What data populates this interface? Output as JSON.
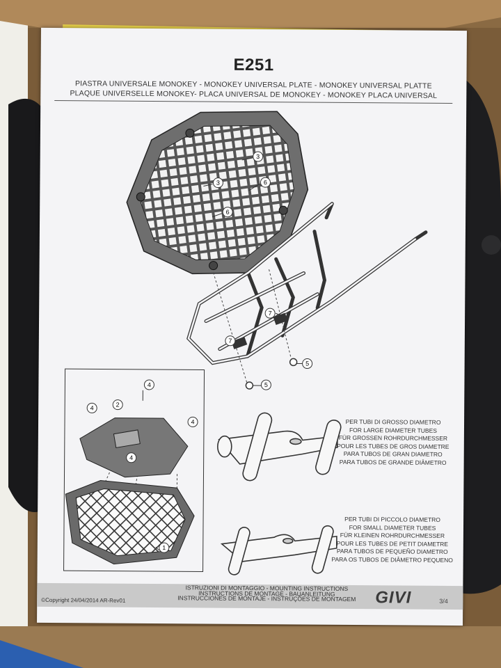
{
  "document": {
    "code": "E251",
    "subtitle_line1": "PIASTRA UNIVERSALE MONOKEY - MONOKEY UNIVERSAL PLATE - MONOKEY UNIVERSAL PLATTE",
    "subtitle_line2": "PLAQUE UNIVERSELLE MONOKEY- PLACA UNIVERSAL DE MONOKEY - MONOKEY PLACA UNIVERSAL",
    "large_tubes": [
      "PER TUBI DI GROSSO DIAMETRO",
      "FOR LARGE DIAMETER TUBES",
      "FÜR GROSSEN ROHRDURCHMESSER",
      "POUR LES TUBES DE GROS DIAMETRE",
      "PARA TUBOS DE GRAN DIAMETRO",
      "PARA TUBOS DE GRANDE DIÂMETRO"
    ],
    "small_tubes": [
      "PER TUBI DI PICCOLO DIAMETRO",
      "FOR SMALL DIAMETER TUBES",
      "FÜR KLEINEN ROHRDURCHMESSER",
      "POUR LES TUBES DE PETIT DIAMETRE",
      "PARA TUBOS DE PEQUEÑO DIAMETRO",
      "PARA OS TUBOS DE DIÂMETRO PEQUENO"
    ],
    "footer": {
      "line1": "ISTRUZIONI DI MONTAGGIO - MOUNTING INSTRUCTIONS",
      "line2": "INSTRUCTIONS DE MONTAGE - BAUANLEITUNG",
      "line3": "INSTRUCCIONES DE MONTAJE - INSTRUÇÕES DE MONTAGEM",
      "copyright": "©Copyright 24/04/2014 AR-Rev01",
      "brand": "GIVI",
      "page": "3/4"
    },
    "callouts": {
      "one": "1",
      "two": "2",
      "three": "3",
      "four": "4",
      "five": "5",
      "six": "6",
      "seven": "7"
    }
  }
}
